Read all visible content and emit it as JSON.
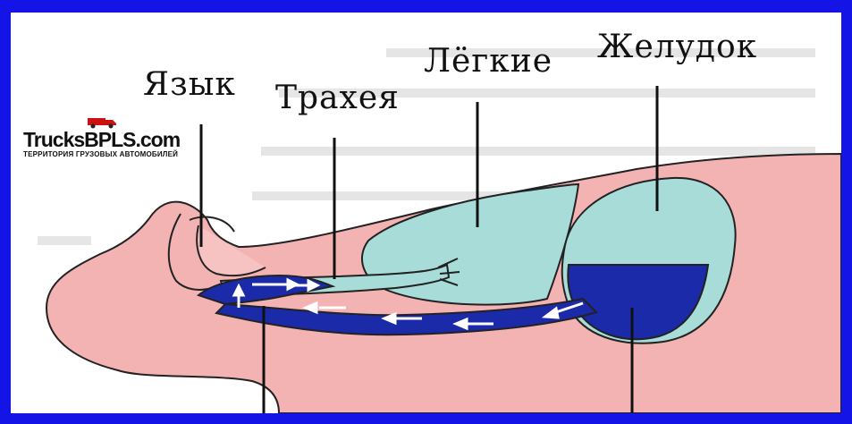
{
  "labels": {
    "tongue": "Язык",
    "trachea": "Трахея",
    "lungs": "Лёгкие",
    "stomach": "Желудок"
  },
  "logo": {
    "title": "TrucksBPLS.com",
    "subtitle": "ТЕРРИТОРИЯ ГРУЗОВЫХ АВТОМОБИЛЕЙ"
  },
  "colors": {
    "frame": "#1414e6",
    "body": "#f4b3b3",
    "lungs": "#a8dcd8",
    "stomach_fluid": "#1a2aa8",
    "esophagus": "#1a2aa8",
    "arrow": "#ffffff"
  }
}
